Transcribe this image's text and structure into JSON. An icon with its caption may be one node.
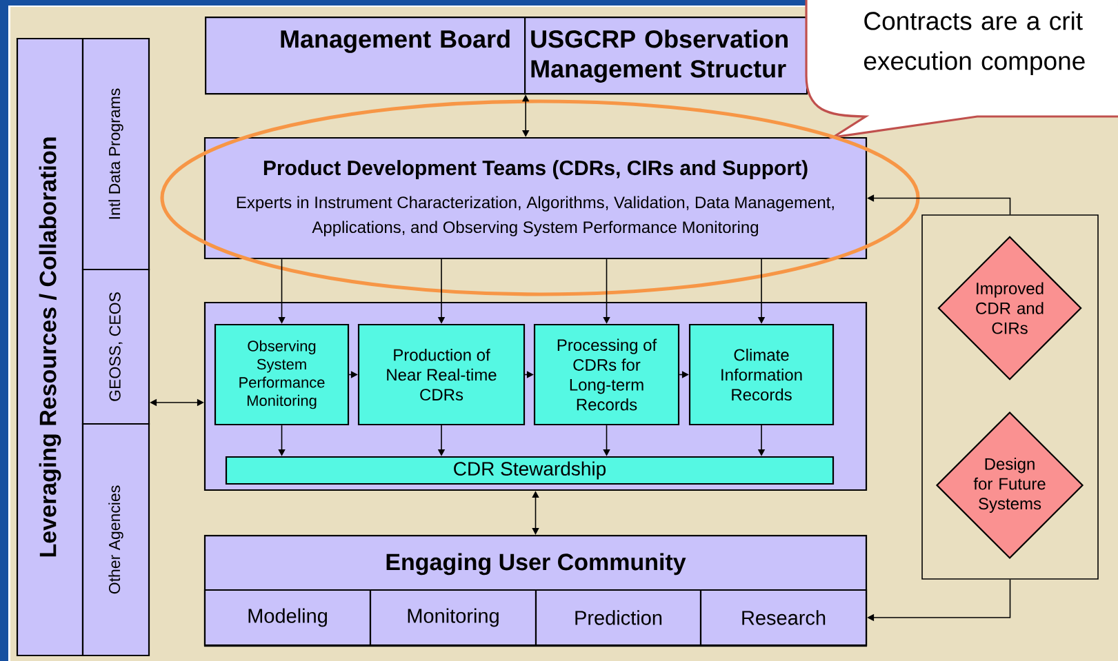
{
  "diagram": {
    "nodes": [
      {
        "text": [
          "Leveraging Resources / Collaboration"
        ]
      },
      {
        "text": [
          "Intl Data Programs"
        ]
      },
      {
        "text": [
          "GEOSS, CEOS"
        ]
      },
      {
        "text": [
          "Other Agencies"
        ]
      },
      {
        "text": [
          "Management Board"
        ]
      },
      {
        "text": [
          "USGCRP Observation Management Structur"
        ]
      },
      {
        "text": [
          "Contracts are a crit execution compone"
        ]
      },
      {
        "text": [
          "Product Development Teams (CDRs, CIRs and Support)",
          "Experts in Instrument Characterization, Algorithms, Validation, Data Management, Applications, and Observing System Performance Monitoring"
        ]
      },
      {
        "text": [],
        "shape": "box"
      },
      {
        "text": [
          "Observing System Performance Monitoring"
        ],
        "in": 8
      },
      {
        "text": [
          "Production of Near Real-time CDRs"
        ],
        "in": 8
      },
      {
        "text": [
          "Processing of CDRs for Long-term Records"
        ],
        "in": 8
      },
      {
        "text": [
          "Climate Information Records"
        ],
        "in": 8
      },
      {
        "text": [
          "CDR Stewardship"
        ],
        "in": 8
      },
      {
        "text": [
          "Engaging User Community"
        ]
      },
      {
        "text": [
          "Modeling"
        ],
        "in": 14
      },
      {
        "text": [
          "Monitoring"
        ],
        "in": 14
      },
      {
        "text": [
          "Prediction"
        ],
        "in": 14
      },
      {
        "text": [
          "Research"
        ],
        "in": 14
      },
      {
        "text": [],
        "shape": "box"
      },
      {
        "text": [
          "Improved CDR and CIRs"
        ],
        "in": 19
      },
      {
        "text": [
          "Design for Future Systems"
        ],
        "in": 19
      }
    ],
    "edges": [
      {
        "from": 4,
        "to": 7,
        "arrow": "both"
      },
      {
        "from": 7,
        "to": 9,
        "arrow": "to"
      },
      {
        "from": 7,
        "to": 10,
        "arrow": "to"
      },
      {
        "from": 7,
        "to": 11,
        "arrow": "to"
      },
      {
        "from": 7,
        "to": 12,
        "arrow": "to"
      },
      {
        "from": 9,
        "to": 10,
        "arrow": "to"
      },
      {
        "from": 10,
        "to": 11,
        "arrow": "to"
      },
      {
        "from": 11,
        "to": 12,
        "arrow": "to"
      },
      {
        "from": 9,
        "to": 13,
        "arrow": "to"
      },
      {
        "from": 10,
        "to": 13,
        "arrow": "to"
      },
      {
        "from": 11,
        "to": 13,
        "arrow": "to"
      },
      {
        "from": 12,
        "to": 13,
        "arrow": "to"
      },
      {
        "from": 2,
        "to": 8,
        "arrow": "both"
      },
      {
        "from": 8,
        "to": 14,
        "arrow": "both"
      },
      {
        "from": 19,
        "to": 7,
        "arrow": "to"
      },
      {
        "from": 19,
        "to": 18,
        "arrow": "to"
      }
    ]
  }
}
